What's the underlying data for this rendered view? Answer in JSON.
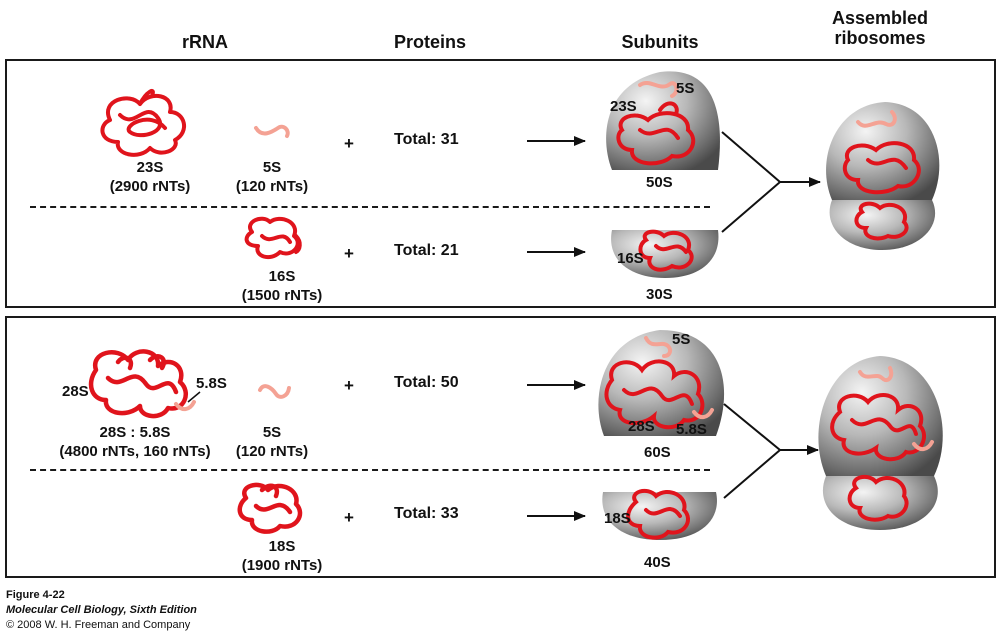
{
  "headers": {
    "rrna": "rRNA",
    "proteins": "Proteins",
    "subunits": "Subunits",
    "assembled": "Assembled ribosomes"
  },
  "prokaryote": {
    "large": {
      "rrna_main_name": "23S",
      "rrna_main_size": "(2900 rNTs)",
      "rrna_small_name": "5S",
      "rrna_small_size": "(120 rNTs)",
      "plus": "+",
      "proteins_total": "Total:  31",
      "subunit_label": "50S",
      "in_subunit_labels": [
        "23S",
        "5S"
      ]
    },
    "small": {
      "rrna_name": "16S",
      "rrna_size": "(1500 rNTs)",
      "plus": "+",
      "proteins_total": "Total:  21",
      "subunit_label": "30S",
      "in_subunit_labels": [
        "16S"
      ]
    }
  },
  "eukaryote": {
    "large": {
      "rrna_main_name": "28S",
      "rrna_attached_name": "5.8S",
      "rrna_pair_name": "28S : 5.8S",
      "rrna_pair_size": "(4800 rNTs, 160 rNTs)",
      "rrna_small_name": "5S",
      "rrna_small_size": "(120 rNTs)",
      "plus": "+",
      "proteins_total": "Total:  50",
      "subunit_label": "60S",
      "in_subunit_labels": [
        "5S",
        "28S",
        "5.8S"
      ]
    },
    "small": {
      "rrna_name": "18S",
      "rrna_size": "(1900 rNTs)",
      "plus": "+",
      "proteins_total": "Total:  33",
      "subunit_label": "40S",
      "in_subunit_labels": [
        "18S"
      ]
    }
  },
  "caption": {
    "figure": "Figure 4-22",
    "book": "Molecular Cell Biology, Sixth Edition",
    "copyright": "© 2008 W. H. Freeman and Company"
  },
  "colors": {
    "rrna_large": "#e0141c",
    "rrna_small": "#f4a294",
    "subunit_gray": "#8c8c8c"
  }
}
